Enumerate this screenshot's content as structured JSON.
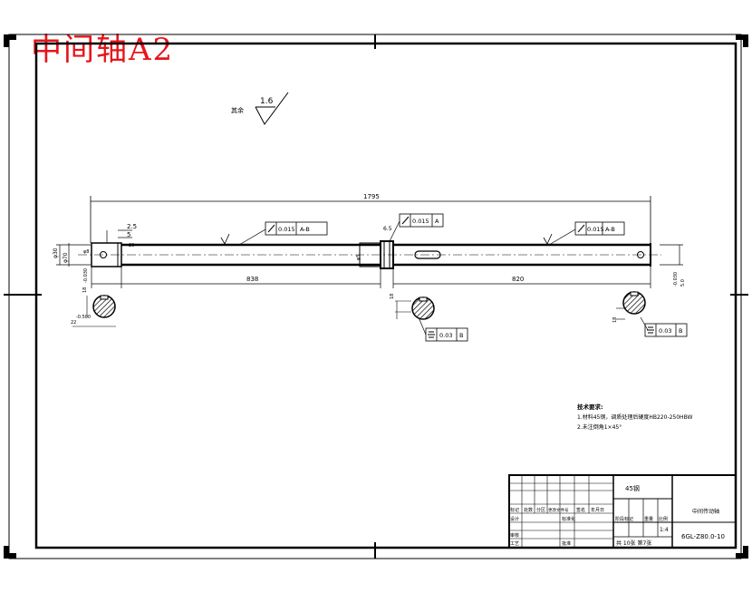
{
  "watermark": {
    "text": "中间轴A2",
    "color": "#e8141a"
  },
  "surface_finish": {
    "label": "其余",
    "value": "1.6"
  },
  "dimensions": {
    "overall_length": "1795",
    "left_span": "838",
    "right_span": "820",
    "left_step": "2.5",
    "left_step2": "5",
    "left_small_a": "20",
    "left_small_b": "22",
    "left_diameter_a": "φ30",
    "left_diameter_b": "φ70",
    "left_hole": "φ8",
    "left_tol": "-0.030",
    "center_gap": "6.5",
    "center_dia": "φ5",
    "right_tol": "-0.030",
    "right_tol2": "5.0",
    "section_left_depth": "18",
    "section_left_tol": "-0.500",
    "section_left_w": "22",
    "section_mid_depth": "18",
    "section_right_depth": "18"
  },
  "tolerance_frames": {
    "left_runout": {
      "value": "0.015",
      "datum": "A-B"
    },
    "center_runout": {
      "value": "0.015",
      "datum": "A"
    },
    "right_runout": {
      "value": "0.015",
      "datum": "A-B"
    },
    "sym_mid": {
      "value": "0.03",
      "datum": "B"
    },
    "sym_right": {
      "value": "0.03",
      "datum": "B"
    }
  },
  "tech_req": {
    "title": "技术要求:",
    "line1": "1.材料45钢，调质处理后硬度HB220-250HBW",
    "line2": "2.未注倒角1×45°"
  },
  "title_block": {
    "material": "45钢",
    "name": "中间传动轴",
    "drawing_no": "6GL-Z80.0-10",
    "scale_label": "比例",
    "scale": "1:4",
    "weight_label": "重量",
    "mark_label": "阶段标记",
    "sheets": "共 10张 第7张",
    "h_mark": "标记",
    "h_count": "处数",
    "h_zone": "分区",
    "h_change": "更改文件号",
    "h_sign": "签名",
    "h_date": "年月日",
    "design": "设计",
    "standard": "标准化",
    "review": "审核",
    "process": "工艺",
    "approve": "批准"
  }
}
